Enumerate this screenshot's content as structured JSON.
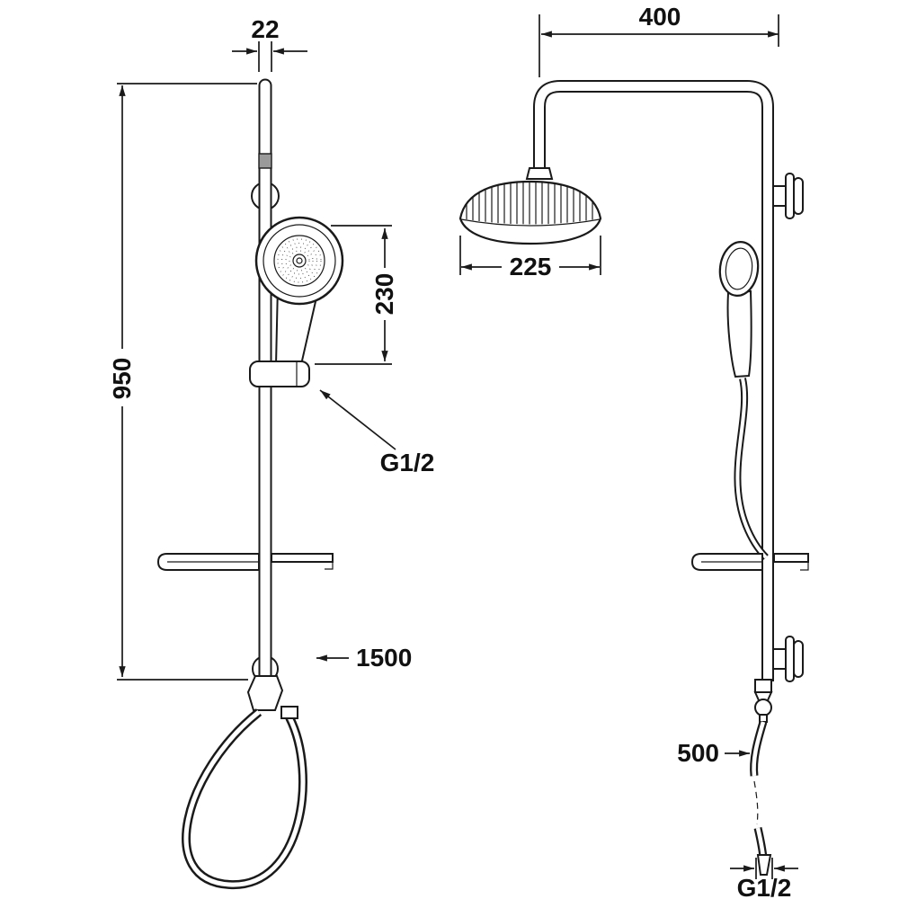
{
  "drawing": {
    "background": "#ffffff",
    "line_color": "#1a1a1a",
    "side_view": {
      "rail_width_mm": "22",
      "rail_height_mm": "950",
      "handset_length_mm": "230",
      "thread_label": "G1/2",
      "hose_length_mm": "1500"
    },
    "front_view": {
      "arm_reach_mm": "400",
      "head_width_mm": "225",
      "outlet_hose_mm": "500",
      "thread_label": "G1/2"
    }
  }
}
